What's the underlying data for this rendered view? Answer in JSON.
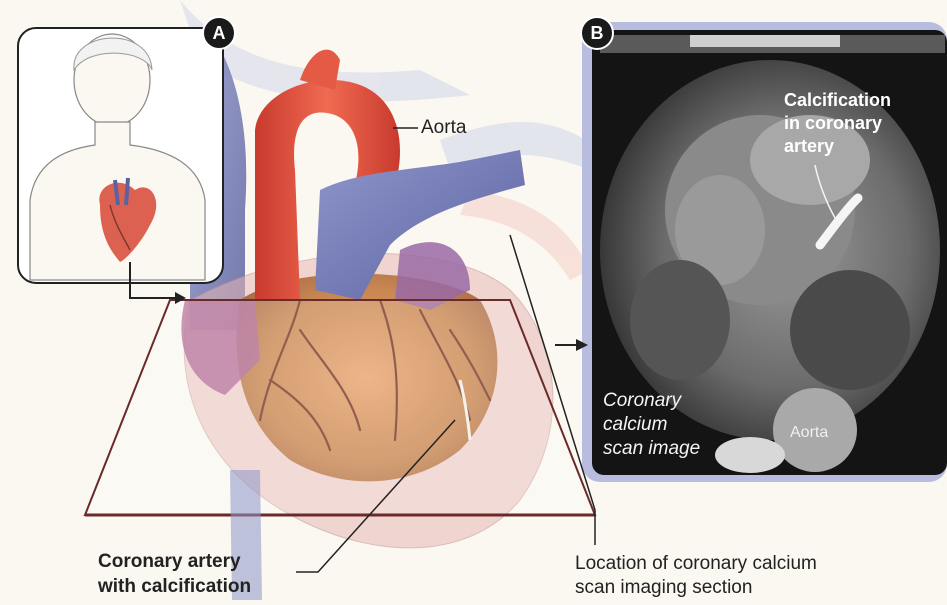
{
  "panel_a": {
    "badge": "A"
  },
  "panel_b": {
    "badge": "B",
    "calcification_label": [
      "Calcification",
      "in coronary",
      "artery"
    ],
    "image_label": [
      "Coronary",
      "calcium",
      "scan image"
    ],
    "aorta_label": "Aorta"
  },
  "labels": {
    "aorta": "Aorta",
    "coronary_artery": [
      "Coronary artery",
      "with calcification"
    ],
    "location": [
      "Location of coronary calcium",
      "scan imaging section"
    ]
  },
  "colors": {
    "background": "#fbf8f1",
    "aorta_red": "#e0503f",
    "vein_blue": "#6d75b0",
    "heart_orange": "#d9934e",
    "heart_pink": "#c47a86",
    "ct_frame": "#b8bde0",
    "scan_plane_edge": "#6b2a2a"
  }
}
